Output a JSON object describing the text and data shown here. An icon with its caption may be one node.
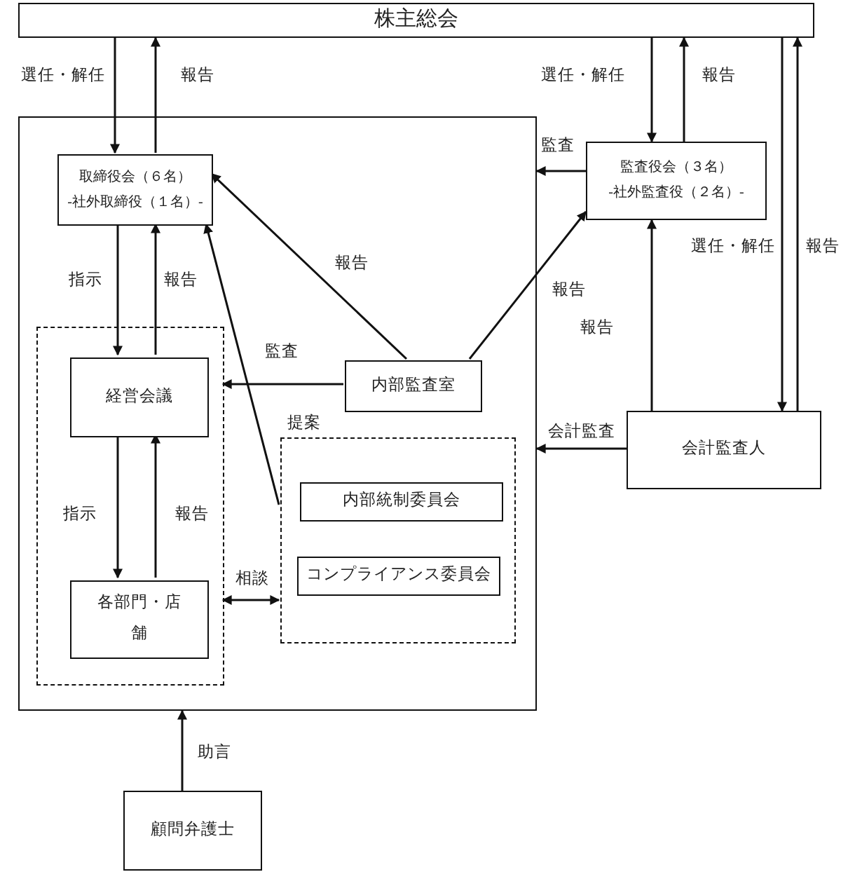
{
  "diagram": {
    "nodes": [
      {
        "text": [
          "株主総会"
        ]
      },
      {
        "text": [],
        "shape": "box"
      },
      {
        "text": [
          "取締役会（６名）",
          "-社外取締役（１名）-"
        ],
        "in": 1
      },
      {
        "text": [],
        "shape": "box",
        "in": 1
      },
      {
        "text": [
          "経営会議"
        ],
        "in": 3
      },
      {
        "text": [
          "各部門・店舗"
        ],
        "in": 3
      },
      {
        "text": [
          "内部監査室"
        ],
        "in": 1
      },
      {
        "text": [],
        "shape": "box",
        "in": 1
      },
      {
        "text": [
          "内部統制委員会"
        ],
        "in": 7
      },
      {
        "text": [
          "コンプライアンス委員会"
        ],
        "in": 7
      },
      {
        "text": [
          "監査役会（３名）",
          "-社外監査役（２名）-"
        ]
      },
      {
        "text": [
          "会計監査人"
        ]
      },
      {
        "text": [
          "顧問弁護士"
        ]
      }
    ],
    "edges": [
      {
        "from": 0,
        "to": 2,
        "arrow": "to",
        "label": "選任・解任"
      },
      {
        "from": 2,
        "to": 0,
        "arrow": "to",
        "label": "報告"
      },
      {
        "from": 0,
        "to": 10,
        "arrow": "to",
        "label": "選任・解任"
      },
      {
        "from": 10,
        "to": 0,
        "arrow": "to",
        "label": "報告"
      },
      {
        "from": 0,
        "to": 11,
        "arrow": "to",
        "label": "選任・解任"
      },
      {
        "from": 11,
        "to": 0,
        "arrow": "to",
        "label": "報告"
      },
      {
        "from": 10,
        "to": 1,
        "arrow": "to",
        "label": "監査"
      },
      {
        "from": 6,
        "to": 2,
        "arrow": "to",
        "label": "報告"
      },
      {
        "from": 6,
        "to": 10,
        "arrow": "to",
        "label": "報告"
      },
      {
        "from": 11,
        "to": 10,
        "arrow": "to",
        "label": "報告"
      },
      {
        "from": 11,
        "to": 1,
        "arrow": "to",
        "label": "会計監査"
      },
      {
        "from": 2,
        "to": 4,
        "arrow": "to",
        "label": "指示"
      },
      {
        "from": 4,
        "to": 2,
        "arrow": "to",
        "label": "報告"
      },
      {
        "from": 6,
        "to": 3,
        "arrow": "to",
        "label": "監査"
      },
      {
        "from": 7,
        "to": 2,
        "arrow": "to",
        "label": "提案"
      },
      {
        "from": 4,
        "to": 5,
        "arrow": "to",
        "label": "指示"
      },
      {
        "from": 5,
        "to": 4,
        "arrow": "to",
        "label": "報告"
      },
      {
        "from": 3,
        "to": 7,
        "arrow": "both",
        "label": "相談"
      },
      {
        "from": 12,
        "to": 1,
        "arrow": "to",
        "label": "助言"
      }
    ]
  }
}
